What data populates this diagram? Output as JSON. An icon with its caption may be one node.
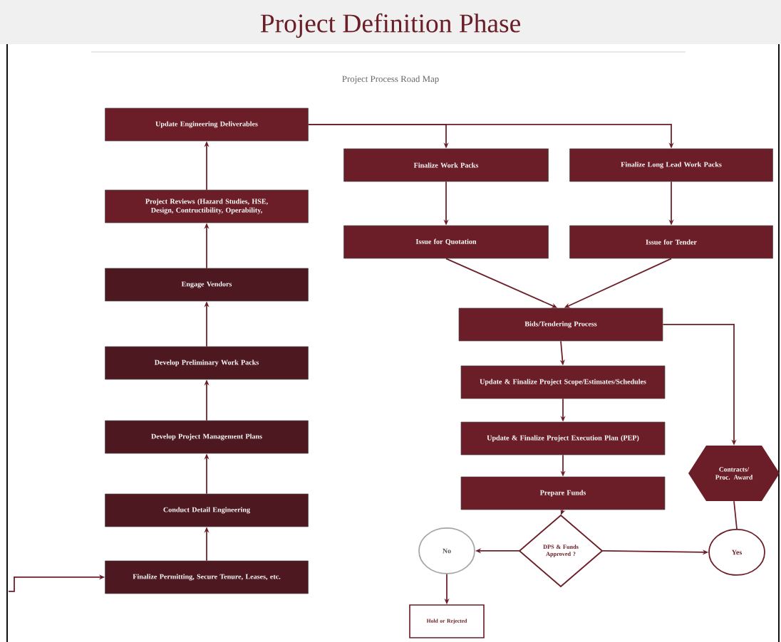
{
  "diagram": {
    "title": "Project Definition Phase",
    "caption": "Project Process Road Map",
    "nodes": [
      {
        "text": [
          "Update Engineering Deliverables"
        ]
      },
      {
        "text": [
          "Project Reviews (Hazard Studies, HSE, Design, Contructibility, Operability,"
        ]
      },
      {
        "text": [
          "Engage Vendors"
        ]
      },
      {
        "text": [
          "Develop Preliminary Work Packs"
        ]
      },
      {
        "text": [
          "Develop Project Management Plans"
        ]
      },
      {
        "text": [
          "Conduct Detail Engineering"
        ]
      },
      {
        "text": [
          "Finalize Permitting, Secure Tenure, Leases, etc."
        ]
      },
      {
        "text": [
          "Finalize Work Packs"
        ]
      },
      {
        "text": [
          "Finalize Long Lead Work Packs"
        ]
      },
      {
        "text": [
          "Issue for Quotation"
        ]
      },
      {
        "text": [
          "Issue for Tender"
        ]
      },
      {
        "text": [
          "Bids/Tendering Process"
        ]
      },
      {
        "text": [
          "Update & Finalize Project Scope/Estimates/Schedules"
        ]
      },
      {
        "text": [
          "Update & Finalize Project Execution Plan (PEP)"
        ]
      },
      {
        "text": [
          "Prepare Funds"
        ]
      },
      {
        "text": [
          "DPS & Funds Approved ?"
        ]
      },
      {
        "text": [
          "No"
        ]
      },
      {
        "text": [
          "Yes"
        ]
      },
      {
        "text": [
          "Contracts/ Proc. Award"
        ]
      },
      {
        "text": [
          "Hold or Rejected"
        ]
      }
    ],
    "edges": [
      {
        "from": 1,
        "to": 0,
        "arrow": "to"
      },
      {
        "from": 2,
        "to": 1,
        "arrow": "to"
      },
      {
        "from": 3,
        "to": 2,
        "arrow": "to"
      },
      {
        "from": 4,
        "to": 3,
        "arrow": "to"
      },
      {
        "from": 5,
        "to": 4,
        "arrow": "to"
      },
      {
        "from": 6,
        "to": 5,
        "arrow": "to"
      },
      {
        "from": null,
        "to": 6,
        "arrow": "to"
      },
      {
        "from": 0,
        "to": 7,
        "arrow": "to"
      },
      {
        "from": 0,
        "to": 8,
        "arrow": "to"
      },
      {
        "from": 7,
        "to": 9,
        "arrow": "to"
      },
      {
        "from": 8,
        "to": 10,
        "arrow": "to"
      },
      {
        "from": 9,
        "to": 11,
        "arrow": "to"
      },
      {
        "from": 10,
        "to": 11,
        "arrow": "to"
      },
      {
        "from": 11,
        "to": 12,
        "arrow": "to"
      },
      {
        "from": 12,
        "to": 13,
        "arrow": "to"
      },
      {
        "from": 13,
        "to": 14,
        "arrow": "to"
      },
      {
        "from": 14,
        "to": 15,
        "arrow": "to"
      },
      {
        "from": 15,
        "to": 16,
        "arrow": "to"
      },
      {
        "from": 15,
        "to": 17,
        "arrow": "to"
      },
      {
        "from": 16,
        "to": 19,
        "arrow": "to"
      },
      {
        "from": 11,
        "to": 18,
        "arrow": "to"
      },
      {
        "from": 17,
        "to": 18,
        "arrow": "none"
      }
    ]
  }
}
